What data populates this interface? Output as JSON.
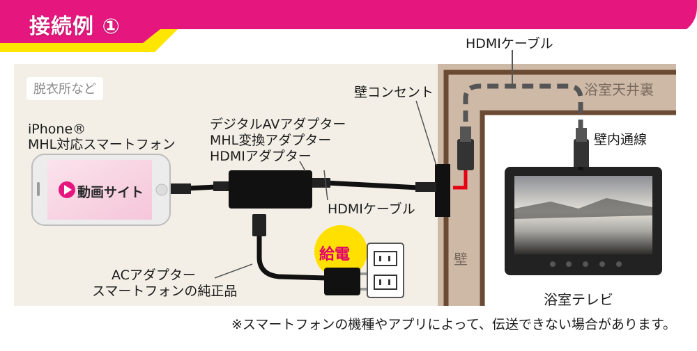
{
  "title": "接続例 ①",
  "location_badge": "脱衣所など",
  "ceiling_label": "浴室天井裏",
  "wall_label": "壁",
  "phone": {
    "line1": "iPhone®",
    "line2": "MHL対応スマートフォン",
    "screen_text": "動画サイト"
  },
  "adapter": {
    "line1": "デジタルAVアダプター",
    "line2": "MHL変換アダプター",
    "line3": "HDMIアダプター"
  },
  "hdmi_cable_top": "HDMIケーブル",
  "hdmi_cable_bottom": "HDMIケーブル",
  "wall_outlet": "壁コンセント",
  "in_wall_wiring": "壁内通線",
  "ac_adapter": {
    "line1": "ACアダプター",
    "line2": "スマートフォンの純正品"
  },
  "power_label": "給電",
  "tv_label": "浴室テレビ",
  "note": "※スマートフォンの機種やアプリによって、伝送できない場合があります。",
  "colors": {
    "title_band": "#e5177e",
    "title_accent": "#ffe600",
    "background": "#f3efe6",
    "wall": "#cdb9a6",
    "wall_border": "#6b4a34",
    "cable": "#111111",
    "hidden_cable": "#555555",
    "connector_red": "#e60012",
    "power_badge": "#ffe000",
    "play_button": "#e5177e"
  }
}
